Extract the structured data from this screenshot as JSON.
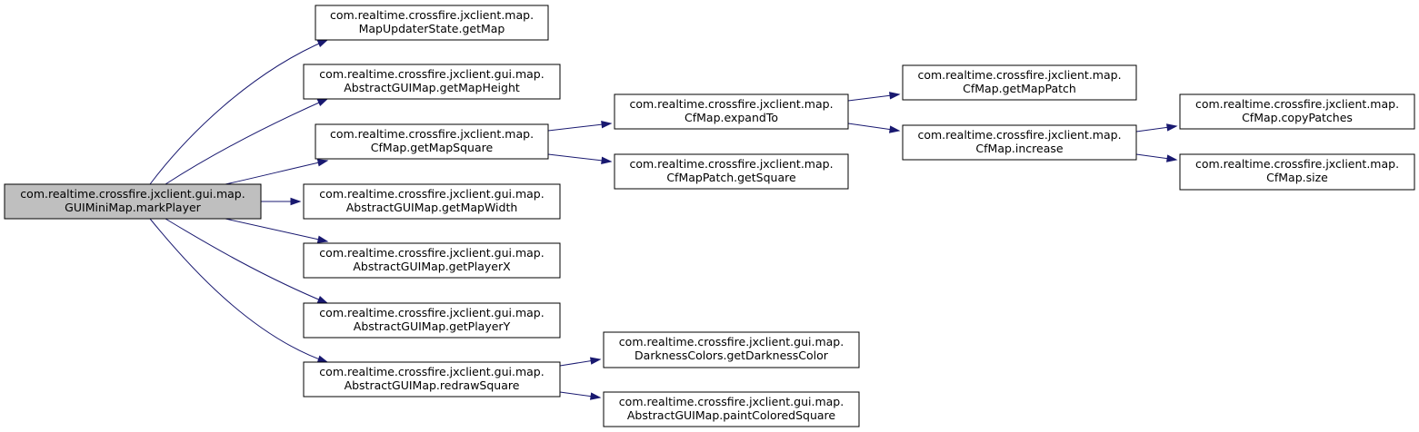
{
  "colors": {
    "edge": "#191970",
    "node_fill": "#ffffff",
    "root_fill": "#bfbfbf",
    "border": "#000000"
  },
  "nodes": {
    "root": {
      "lines": [
        "com.realtime.crossfire.jxclient.gui.map.",
        "GUIMiniMap.markPlayer"
      ]
    },
    "getMap": {
      "lines": [
        "com.realtime.crossfire.jxclient.map.",
        "MapUpdaterState.getMap"
      ]
    },
    "getMapHeight": {
      "lines": [
        "com.realtime.crossfire.jxclient.gui.map.",
        "AbstractGUIMap.getMapHeight"
      ]
    },
    "getMapSquare": {
      "lines": [
        "com.realtime.crossfire.jxclient.map.",
        "CfMap.getMapSquare"
      ]
    },
    "getMapWidth": {
      "lines": [
        "com.realtime.crossfire.jxclient.gui.map.",
        "AbstractGUIMap.getMapWidth"
      ]
    },
    "getPlayerX": {
      "lines": [
        "com.realtime.crossfire.jxclient.gui.map.",
        "AbstractGUIMap.getPlayerX"
      ]
    },
    "getPlayerY": {
      "lines": [
        "com.realtime.crossfire.jxclient.gui.map.",
        "AbstractGUIMap.getPlayerY"
      ]
    },
    "redrawSquare": {
      "lines": [
        "com.realtime.crossfire.jxclient.gui.map.",
        "AbstractGUIMap.redrawSquare"
      ]
    },
    "expandTo": {
      "lines": [
        "com.realtime.crossfire.jxclient.map.",
        "CfMap.expandTo"
      ]
    },
    "getSquare": {
      "lines": [
        "com.realtime.crossfire.jxclient.map.",
        "CfMapPatch.getSquare"
      ]
    },
    "getDarkness": {
      "lines": [
        "com.realtime.crossfire.jxclient.gui.map.",
        "DarknessColors.getDarknessColor"
      ]
    },
    "paintColored": {
      "lines": [
        "com.realtime.crossfire.jxclient.gui.map.",
        "AbstractGUIMap.paintColoredSquare"
      ]
    },
    "getMapPatch": {
      "lines": [
        "com.realtime.crossfire.jxclient.map.",
        "CfMap.getMapPatch"
      ]
    },
    "increase": {
      "lines": [
        "com.realtime.crossfire.jxclient.map.",
        "CfMap.increase"
      ]
    },
    "copyPatches": {
      "lines": [
        "com.realtime.crossfire.jxclient.map.",
        "CfMap.copyPatches"
      ]
    },
    "size": {
      "lines": [
        "com.realtime.crossfire.jxclient.map.",
        "CfMap.size"
      ]
    }
  },
  "edges": [
    {
      "from": "root",
      "to": "getMap"
    },
    {
      "from": "root",
      "to": "getMapHeight"
    },
    {
      "from": "root",
      "to": "getMapSquare"
    },
    {
      "from": "root",
      "to": "getMapWidth"
    },
    {
      "from": "root",
      "to": "getPlayerX"
    },
    {
      "from": "root",
      "to": "getPlayerY"
    },
    {
      "from": "root",
      "to": "redrawSquare"
    },
    {
      "from": "getMapSquare",
      "to": "expandTo"
    },
    {
      "from": "getMapSquare",
      "to": "getSquare"
    },
    {
      "from": "expandTo",
      "to": "getMapPatch"
    },
    {
      "from": "expandTo",
      "to": "increase"
    },
    {
      "from": "increase",
      "to": "copyPatches"
    },
    {
      "from": "increase",
      "to": "size"
    },
    {
      "from": "redrawSquare",
      "to": "getDarkness"
    },
    {
      "from": "redrawSquare",
      "to": "paintColored"
    }
  ]
}
